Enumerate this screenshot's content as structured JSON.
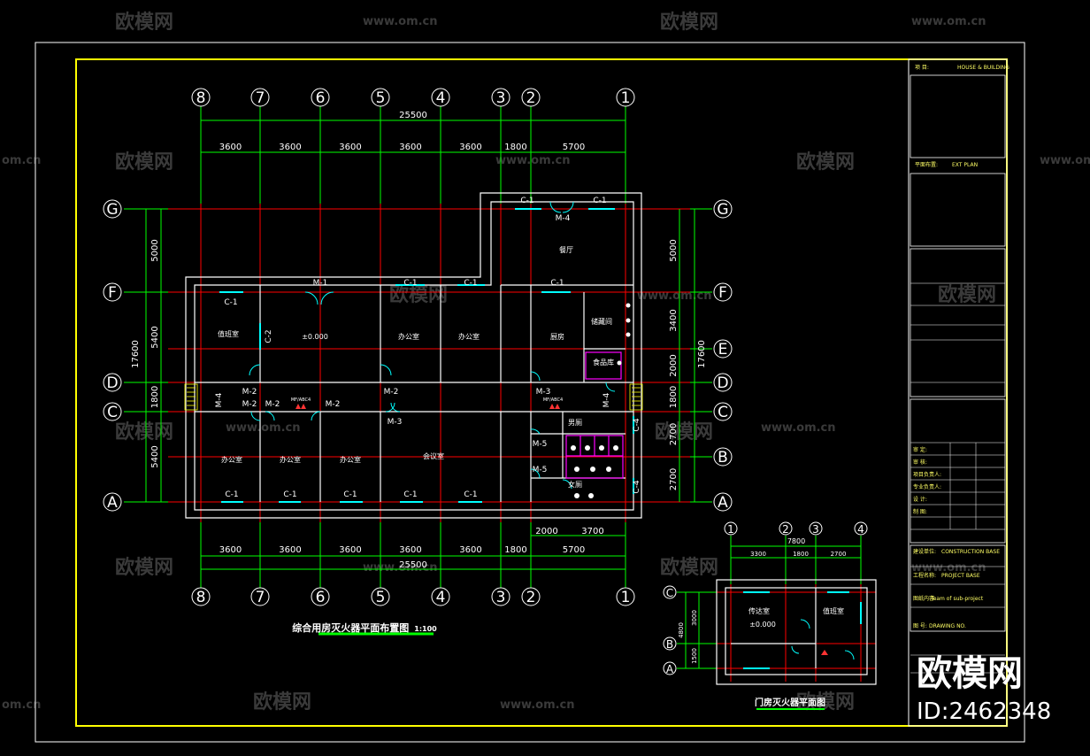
{
  "watermark": {
    "brand": "欧模网",
    "url": "www.om.cn",
    "url_short": "om.cn",
    "url_partial": "w.om.cn",
    "url_mid": "ww.om.cn"
  },
  "logo": {
    "text": "欧模网",
    "id": "ID:2462348"
  },
  "main_plan": {
    "title": "综合用房灭火器平面布置图",
    "scale": "1:100",
    "axes_top": [
      "8",
      "7",
      "6",
      "5",
      "4",
      "3",
      "2",
      "1"
    ],
    "axes_bottom": [
      "8",
      "7",
      "6",
      "5",
      "4",
      "3",
      "2",
      "1"
    ],
    "axes_left": [
      "G",
      "F",
      "D",
      "C",
      "A"
    ],
    "axes_right": [
      "G",
      "F",
      "E",
      "D",
      "C",
      "B",
      "A"
    ],
    "dim_total": "25500",
    "dims_top": [
      "3600",
      "3600",
      "3600",
      "3600",
      "3600",
      "1800",
      "5700"
    ],
    "dims_bottom": [
      "3600",
      "3600",
      "3600",
      "3600",
      "3600",
      "1800",
      "5700"
    ],
    "dims_bottom_extra": [
      "2000",
      "3700"
    ],
    "dim_total_bottom": "25500",
    "dims_left": [
      "5000",
      "5400",
      "1800",
      "5400"
    ],
    "dim_left_total": "17600",
    "dims_right": [
      "5000",
      "3400",
      "2000",
      "1800",
      "2700",
      "2700"
    ],
    "dim_right_total": "17600",
    "rooms": {
      "r1": "值班室",
      "r2": "±0.000",
      "r3": "办公室",
      "r4": "办公室",
      "r5": "厨房",
      "r6": "储藏间",
      "r7": "食品库",
      "r8": "餐厅",
      "r9": "办公室",
      "r10": "办公室",
      "r11": "办公室",
      "r12": "会议室",
      "r13": "男厕",
      "r14": "女厕"
    },
    "tags": {
      "c1": "C-1",
      "c2": "C-2",
      "c4": "C-4",
      "m1": "M-1",
      "m2": "M-2",
      "m3": "M-3",
      "m4": "M-4",
      "m5": "M-5",
      "fire": "MF/ABC4"
    }
  },
  "gate_plan": {
    "title": "门房灭火器平面图",
    "axes_top": [
      "1",
      "2",
      "3",
      "4"
    ],
    "axes_left": [
      "C",
      "B",
      "A"
    ],
    "dim_total": "7800",
    "dims_top": [
      "3300",
      "1800",
      "2700"
    ],
    "dims_left": [
      "4800",
      "3000",
      "1500"
    ],
    "rooms": {
      "g1": "传达室",
      "g2": "±0.000",
      "g3": "值班室"
    }
  },
  "title_block": {
    "project": "项 目:",
    "project_val": "HOUSE & BUILDING",
    "drawing": "平面布置:",
    "drawing_val": "EXT PLAN",
    "rows": [
      "审 定:",
      "审 核:",
      "项目负责人:",
      "专业负责人:",
      "设 计:",
      "制 图:"
    ],
    "client": "建设单位:",
    "client_val": "CONSTRUCTION BASE",
    "proj2": "工程名称:",
    "proj2_val": "PROJECT BASE",
    "content": "图纸内容:",
    "content_val": "Team of sub-project",
    "no": "图 号:",
    "no_val": "DRAWING NO."
  },
  "colors": {
    "frame": "#ffff00",
    "axis": "#00ff00",
    "grid_red": "#ff0000",
    "wall": "#ffffff",
    "window": "#00ffff",
    "fixture": "#ff00ff",
    "hatch": "#ffff00"
  }
}
